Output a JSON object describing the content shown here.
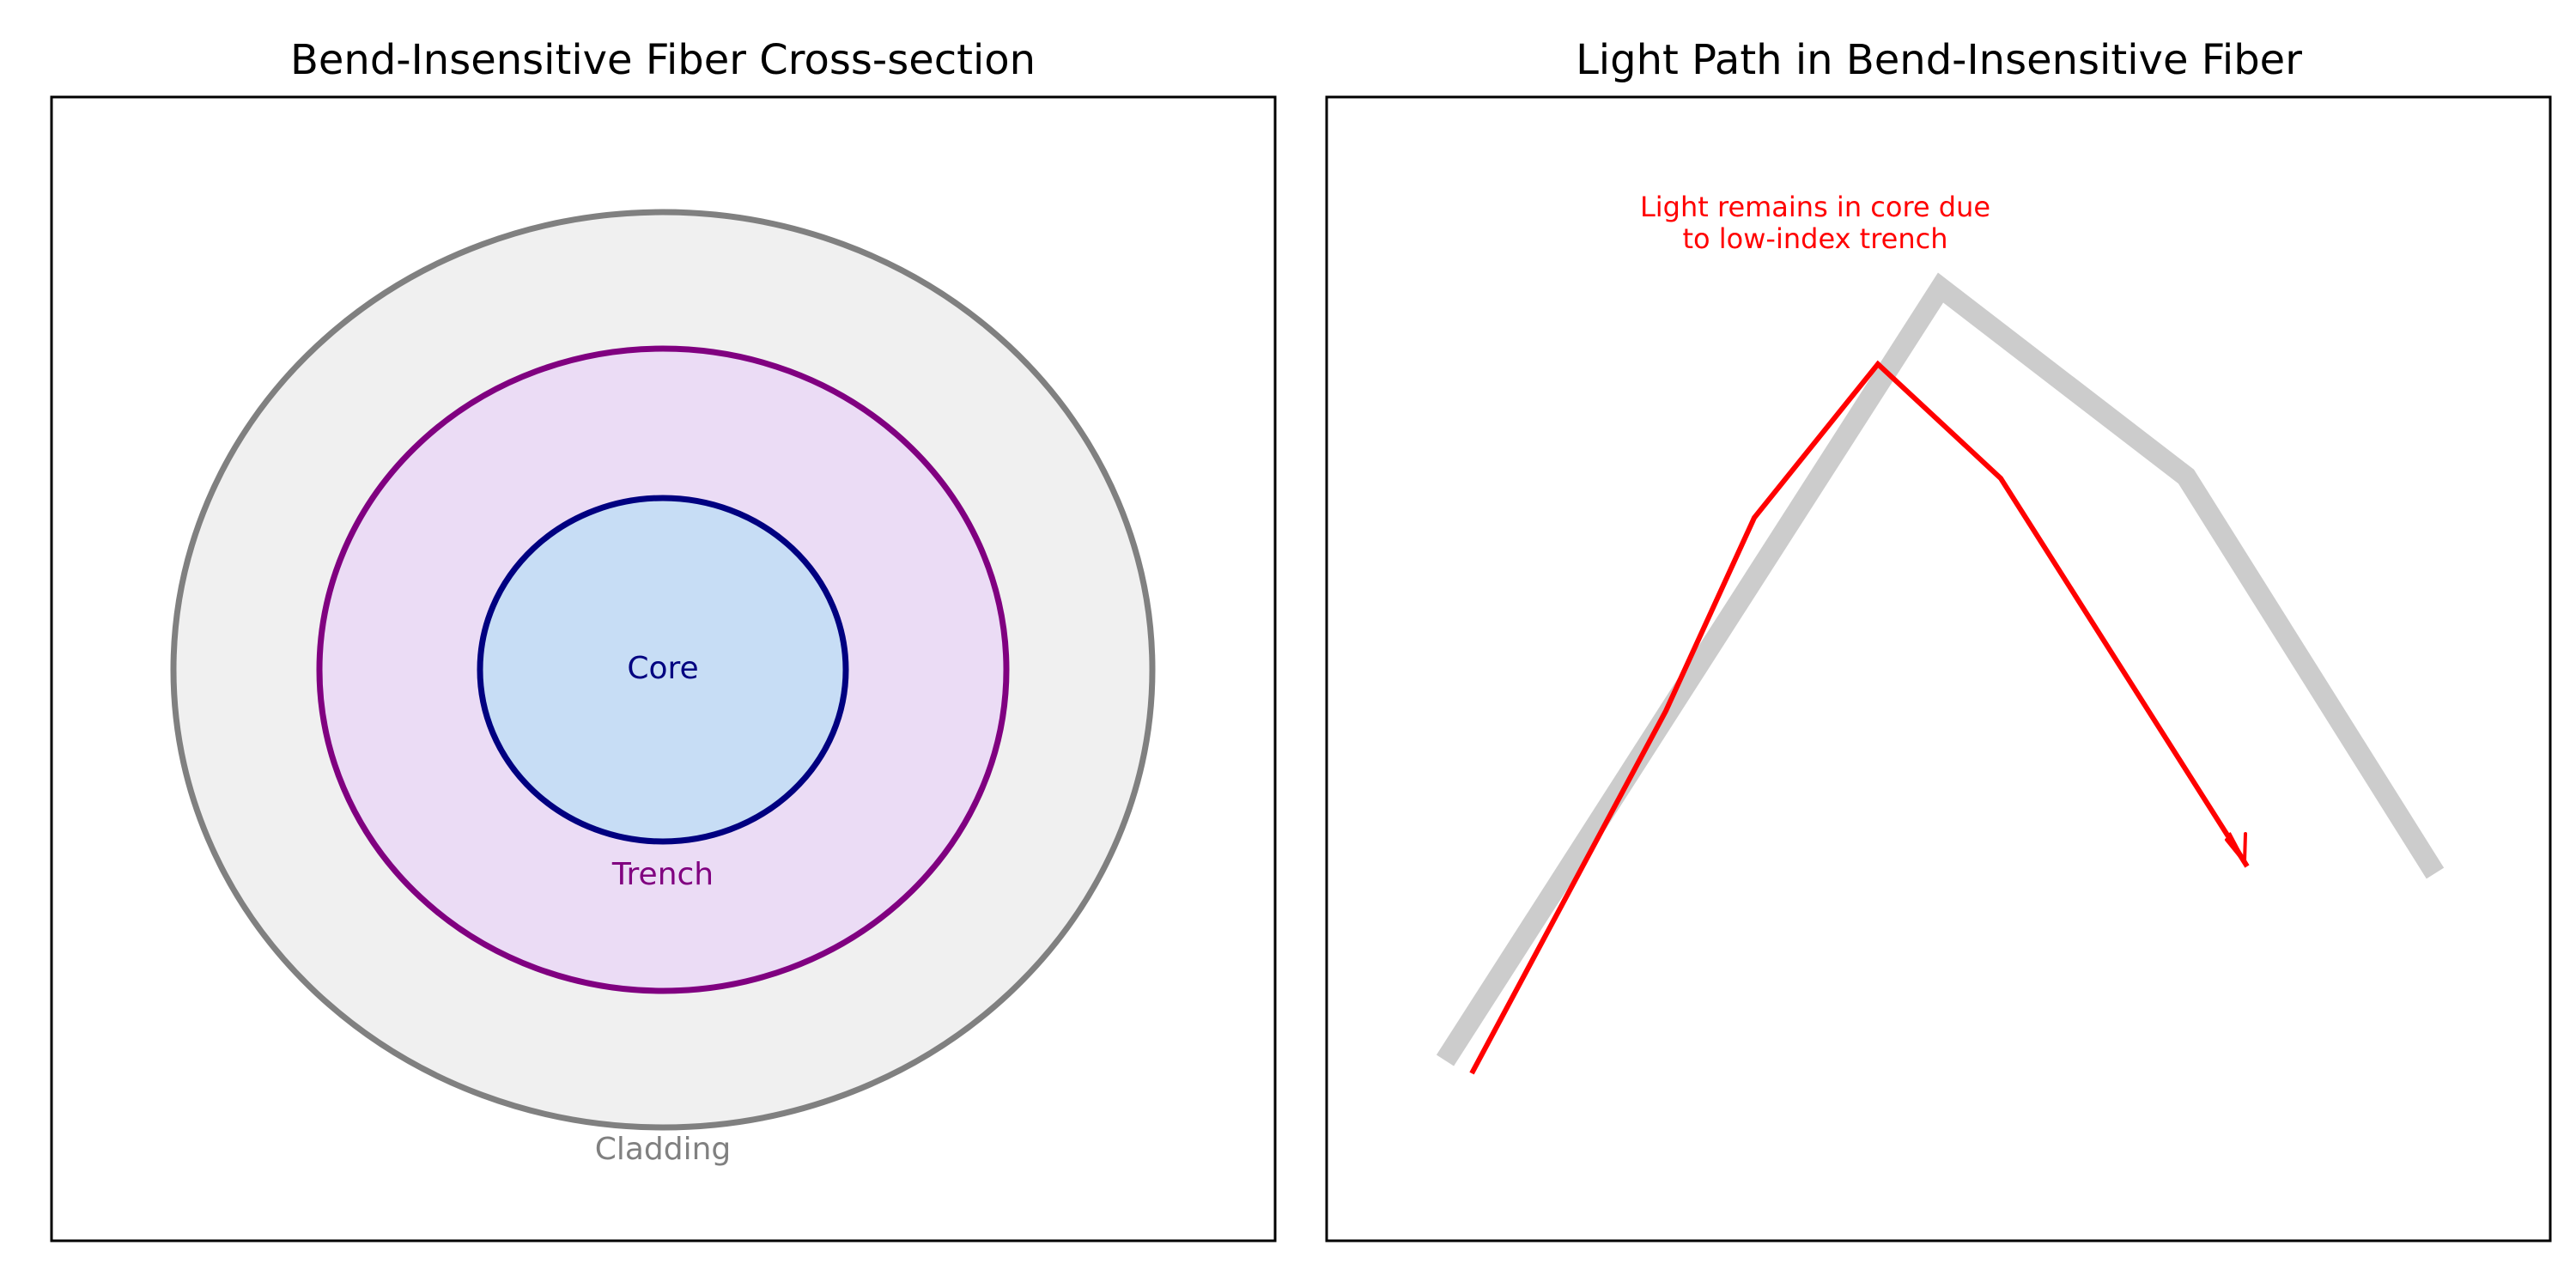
{
  "panels": {
    "left": {
      "title": "Bend-Insensitive Fiber Cross-section",
      "layers": {
        "cladding": {
          "label": "Cladding",
          "fill": "#f0f0f0",
          "stroke": "#808080",
          "text_color": "#808080"
        },
        "trench": {
          "label": "Trench",
          "fill": "#ebdcf5",
          "stroke": "#800080",
          "text_color": "#800080"
        },
        "core": {
          "label": "Core",
          "fill": "#c7ddf5",
          "stroke": "#000080",
          "text_color": "#000080"
        }
      }
    },
    "right": {
      "title": "Light Path in Bend-Insensitive Fiber",
      "fiber_color": "#cccccc",
      "light_color": "#ff0000",
      "annotation": {
        "line1": "Light remains in core due",
        "line2": "to low-index trench",
        "color": "#ff0000"
      }
    }
  },
  "colors": {
    "frame": "#000000",
    "background": "#ffffff"
  }
}
